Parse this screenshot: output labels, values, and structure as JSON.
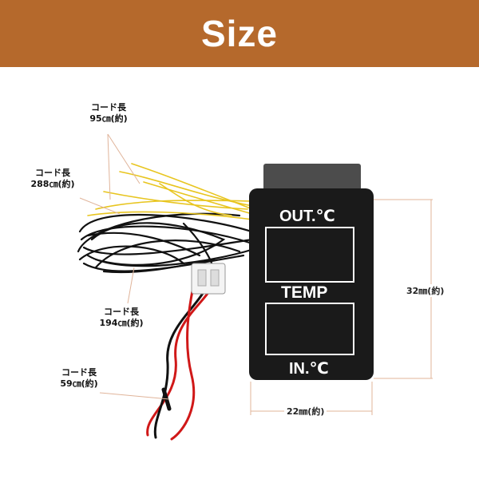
{
  "header": {
    "title": "Size",
    "bg_color": "#b5692c"
  },
  "device": {
    "top_label": "OUT.℃",
    "middle_label": "TEMP",
    "bottom_label": "IN.℃"
  },
  "callouts": [
    {
      "line1": "コード長",
      "line2": "95㎝(約)"
    },
    {
      "line1": "コード長",
      "line2": "288㎝(約)"
    },
    {
      "line1": "コード長",
      "line2": "194㎝(約)"
    },
    {
      "line1": "コード長",
      "line2": "59㎝(約)"
    }
  ],
  "dimensions": {
    "height": "32㎜(約)",
    "width": "22㎜(約)"
  }
}
